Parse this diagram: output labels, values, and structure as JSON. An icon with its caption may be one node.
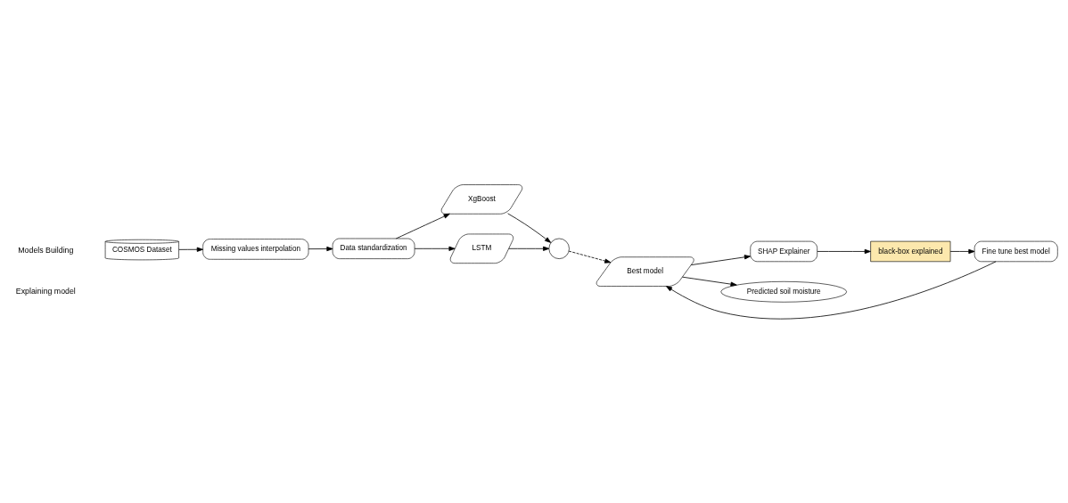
{
  "diagram": {
    "nodes": [
      {
        "text": [
          "COSMOS Dataset"
        ]
      },
      {
        "text": [
          "Missing values interpolation"
        ]
      },
      {
        "text": [
          "Data standardization"
        ]
      },
      {
        "text": [
          "LSTM"
        ]
      },
      {
        "text": [
          "XgBoost"
        ]
      },
      {
        "text": [],
        "shape": "circle"
      },
      {
        "text": [
          "Best model"
        ]
      },
      {
        "text": [
          "Predicted soil moisture"
        ]
      },
      {
        "text": [
          "SHAP Explainer"
        ]
      },
      {
        "text": [
          "black-box explained"
        ]
      },
      {
        "text": [
          "Fine tune best model"
        ]
      }
    ],
    "edges": [
      {
        "from": 0,
        "to": 1,
        "arrow": "to"
      },
      {
        "from": 1,
        "to": 2,
        "arrow": "to"
      },
      {
        "from": 2,
        "to": 3,
        "arrow": "to"
      },
      {
        "from": 2,
        "to": 4,
        "arrow": "to"
      },
      {
        "from": 3,
        "to": 5,
        "arrow": "to"
      },
      {
        "from": 4,
        "to": 5,
        "arrow": "to"
      },
      {
        "from": 5,
        "to": 6,
        "arrow": "to",
        "style": "dashed"
      },
      {
        "from": 6,
        "to": 7,
        "arrow": "to"
      },
      {
        "from": 6,
        "to": 8,
        "arrow": "to"
      },
      {
        "from": 8,
        "to": 9,
        "arrow": "to"
      },
      {
        "from": 9,
        "to": 10,
        "arrow": "to"
      },
      {
        "from": 10,
        "to": 6,
        "arrow": "to"
      }
    ],
    "labels": [
      "Models Building",
      "Explaining model"
    ]
  }
}
